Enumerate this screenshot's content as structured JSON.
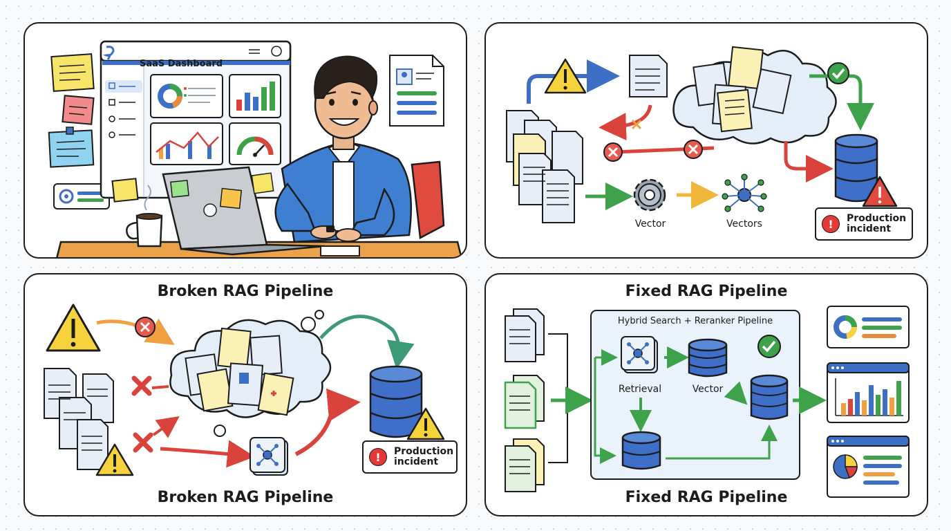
{
  "panels": {
    "dashboard": {
      "window_title": "SaaS Dashboard"
    },
    "messy": {
      "labels": {
        "vector": "Vector",
        "vectors": "Vectors"
      },
      "incident": {
        "line1": "Production",
        "line2": "incident"
      }
    },
    "broken": {
      "title_top": "Broken RAG Pipeline",
      "title_bottom": "Broken RAG Pipeline",
      "incident": {
        "line1": "Production",
        "line2": "incident"
      }
    },
    "fixed": {
      "title_top": "Fixed RAG Pipeline",
      "title_bottom": "Fixed RAG Pipeline",
      "box_title": "Hybrid Search + Reranker Pipeline",
      "labels": {
        "retrieval": "Retrieval",
        "vector": "Vector"
      }
    }
  },
  "colors": {
    "outline": "#1c1c1c",
    "blue": "#3d6fc4",
    "green": "#3da24a",
    "red": "#d9433b",
    "yellow": "#f6d23d",
    "doc_blue": "#e8eef7",
    "doc_yellow": "#fbf0b5",
    "doc_green": "#e3f2df"
  }
}
